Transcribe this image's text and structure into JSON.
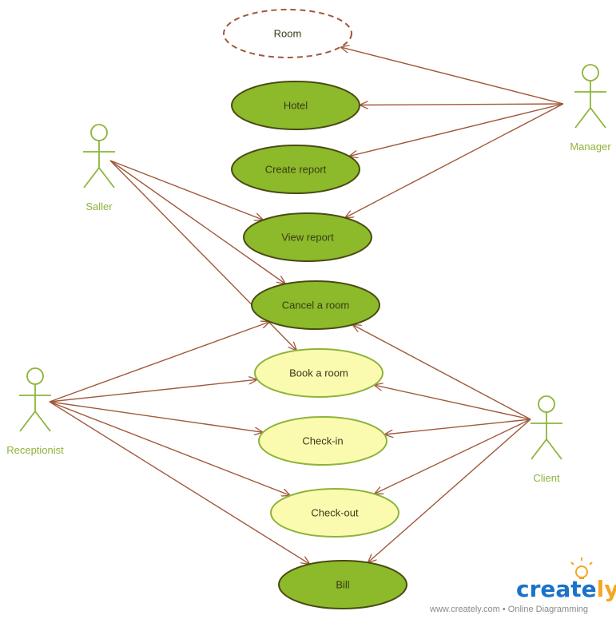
{
  "colors": {
    "line": "#a0583a",
    "actor": "#8db43a",
    "fill_dark": "#8cba2a",
    "fill_light": "#fbfbb0",
    "stroke_dark": "#4a4a14",
    "stroke_light": "#8db43a",
    "room_border": "#a0583a"
  },
  "use_cases": [
    {
      "id": "room",
      "label": "Room",
      "style": "dashed"
    },
    {
      "id": "hotel",
      "label": "Hotel",
      "style": "dark"
    },
    {
      "id": "create_report",
      "label": "Create report",
      "style": "dark"
    },
    {
      "id": "view_report",
      "label": "View report",
      "style": "dark"
    },
    {
      "id": "cancel_room",
      "label": "Cancel a room",
      "style": "dark"
    },
    {
      "id": "book_room",
      "label": "Book a room",
      "style": "light"
    },
    {
      "id": "check_in",
      "label": "Check-in",
      "style": "light"
    },
    {
      "id": "check_out",
      "label": "Check-out",
      "style": "light"
    },
    {
      "id": "bill",
      "label": "Bill",
      "style": "dark"
    }
  ],
  "actors": [
    {
      "id": "manager",
      "label": "Manager"
    },
    {
      "id": "saller",
      "label": "Saller"
    },
    {
      "id": "receptionist",
      "label": "Receptionist"
    },
    {
      "id": "client",
      "label": "Client"
    }
  ],
  "associations": [
    {
      "from": "manager",
      "to": "room"
    },
    {
      "from": "manager",
      "to": "hotel"
    },
    {
      "from": "manager",
      "to": "create_report"
    },
    {
      "from": "manager",
      "to": "view_report"
    },
    {
      "from": "saller",
      "to": "view_report"
    },
    {
      "from": "saller",
      "to": "cancel_room"
    },
    {
      "from": "saller",
      "to": "book_room"
    },
    {
      "from": "receptionist",
      "to": "cancel_room"
    },
    {
      "from": "receptionist",
      "to": "book_room"
    },
    {
      "from": "receptionist",
      "to": "check_in"
    },
    {
      "from": "receptionist",
      "to": "check_out"
    },
    {
      "from": "receptionist",
      "to": "bill"
    },
    {
      "from": "client",
      "to": "cancel_room"
    },
    {
      "from": "client",
      "to": "book_room"
    },
    {
      "from": "client",
      "to": "check_in"
    },
    {
      "from": "client",
      "to": "check_out"
    },
    {
      "from": "client",
      "to": "bill"
    }
  ],
  "branding": {
    "logo_main": "create",
    "logo_accent": "ly",
    "footer": "www.creately.com • Online Diagramming"
  }
}
